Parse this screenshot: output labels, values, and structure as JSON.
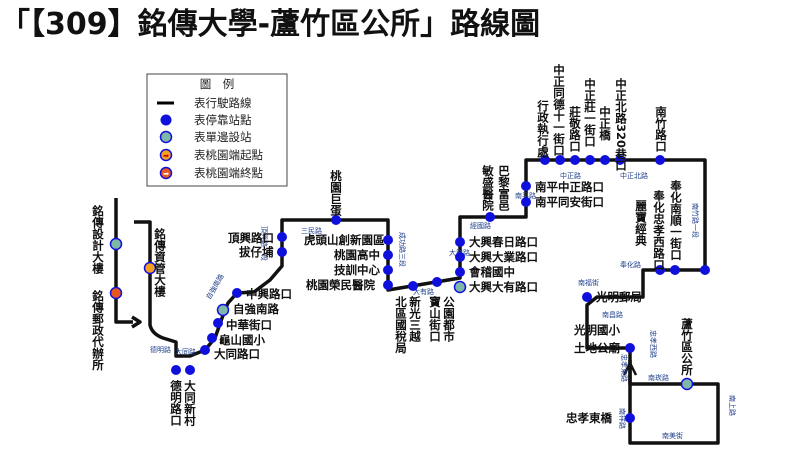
{
  "title": "「【309】銘傳大學-蘆竹區公所」路線圖",
  "legend": {
    "heading": "圖　例",
    "items": [
      {
        "symbol": "line",
        "label": "表行駛路線"
      },
      {
        "symbol": "stop",
        "label": "表停靠站點"
      },
      {
        "symbol": "one-side",
        "label": "表單邊設站"
      },
      {
        "symbol": "taoyuan-start",
        "label": "表桃園端起點"
      },
      {
        "symbol": "taoyuan-end",
        "label": "表桃園端終點"
      }
    ]
  },
  "stops": [
    "銘傳設計大樓",
    "銘傳資管大樓",
    "銘傳郵政代辦所",
    "德明路口",
    "大同新村",
    "大同路口",
    "龜山國小",
    "中華街口",
    "自強南路",
    "中興路口",
    "頂興路口",
    "拔仔埔",
    "虎頭山創新園區",
    "桃園巨蛋",
    "桃園高中",
    "技訓中心",
    "桃園榮民醫院",
    "北區國稅局",
    "新光三越",
    "寶山街口",
    "公園都市",
    "大興大有路口",
    "會稽國中",
    "大興大業路口",
    "大興春日路口",
    "敏盛醫院",
    "巴黎富邑",
    "南平同安街口",
    "南平中正路口",
    "行政執行處",
    "中正同德十一街口",
    "莊敬路口",
    "中正莊一街口",
    "中正橋",
    "中正北路320巷口",
    "南竹路口",
    "奉化忠孝西路口",
    "麗寶經典",
    "奉化南順一街口",
    "光明郵局",
    "光明國小",
    "土地公廟",
    "蘆竹區公所",
    "忠孝東橋"
  ],
  "roads": [
    "德明路",
    "大同路",
    "自強南路",
    "頂興路一段",
    "三民路",
    "成功路三段",
    "大有路",
    "大興路",
    "經國路",
    "南平路",
    "中正路",
    "中正北路",
    "南竹路一段",
    "奉化路",
    "南福街",
    "南昌路",
    "南祥路",
    "南崁路",
    "忠孝東路",
    "忠孝西路",
    "南上路",
    "南美街"
  ]
}
